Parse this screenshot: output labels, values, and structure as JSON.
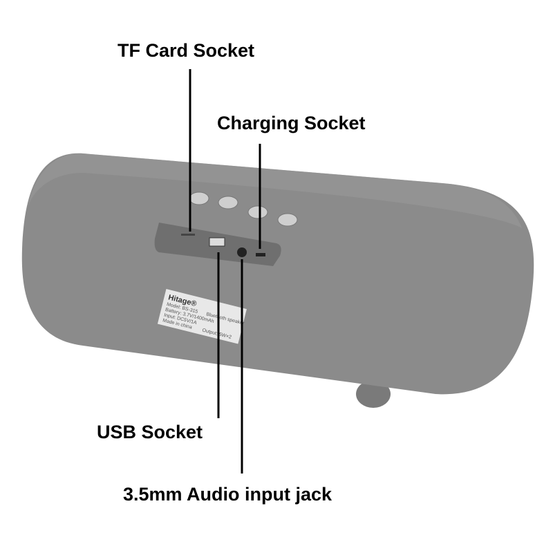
{
  "labels": {
    "tf_card": "TF Card Socket",
    "charging": "Charging Socket",
    "usb": "USB Socket",
    "audio": "3.5mm Audio input jack"
  },
  "sticker": {
    "brand": "Hitage®",
    "model": "Model: BS-315",
    "battery": "Battery: 3.7V/1400mAh",
    "input": "Input: DC5V/1A",
    "origin": "Made in china",
    "type": "Bluetooth speaker",
    "output": "Output: 5W×2"
  },
  "colors": {
    "body": "#8a8a8a",
    "text": "#000000"
  }
}
